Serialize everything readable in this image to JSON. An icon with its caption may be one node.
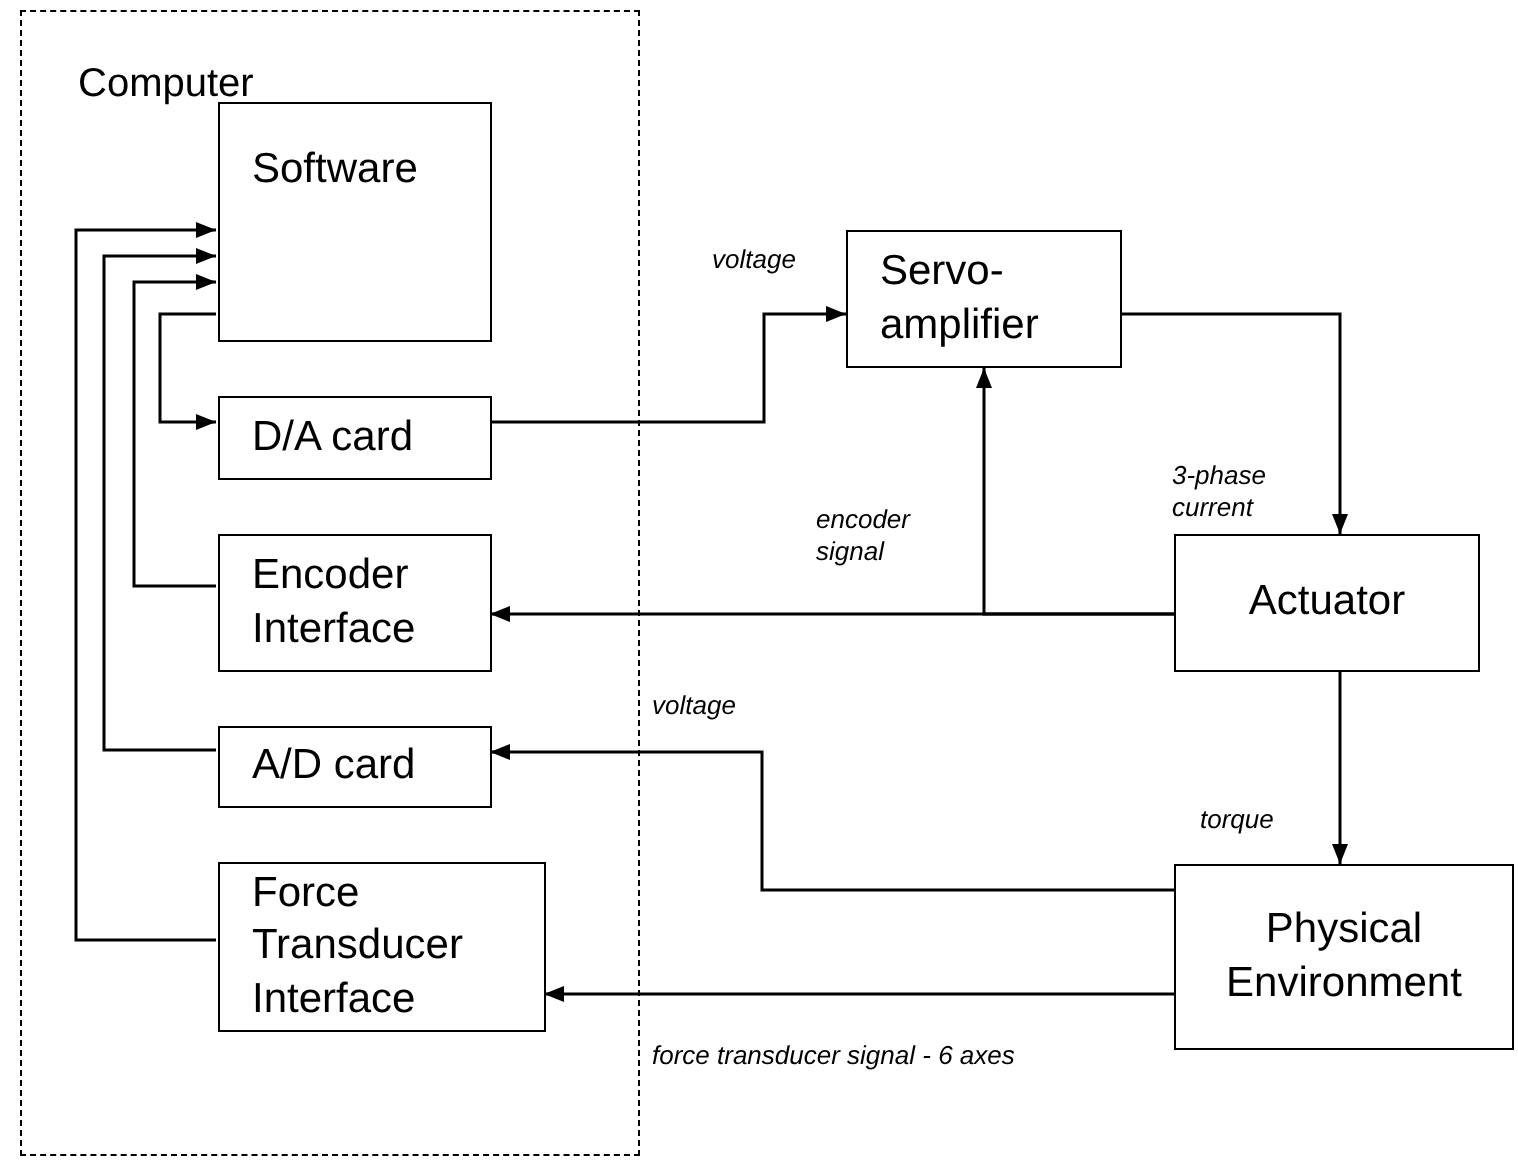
{
  "diagram": {
    "nodes": [
      {
        "text": [
          "Computer"
        ]
      },
      {
        "text": [
          "Software"
        ],
        "in": 0
      },
      {
        "text": [
          "D/A card"
        ],
        "in": 0
      },
      {
        "text": [
          "Encoder Interface"
        ],
        "in": 0
      },
      {
        "text": [
          "A/D card"
        ],
        "in": 0
      },
      {
        "text": [
          "Force Transducer Interface"
        ],
        "in": 0
      },
      {
        "text": [
          "Servo-amplifier"
        ]
      },
      {
        "text": [
          "Actuator"
        ]
      },
      {
        "text": [
          "Physical Environment"
        ]
      }
    ],
    "edges": [
      {
        "from": 1,
        "to": 2,
        "arrow": "to"
      },
      {
        "from": 3,
        "to": 1,
        "arrow": "to"
      },
      {
        "from": 4,
        "to": 1,
        "arrow": "to"
      },
      {
        "from": 5,
        "to": 1,
        "arrow": "to"
      },
      {
        "from": 2,
        "to": 6,
        "arrow": "to",
        "label": "voltage"
      },
      {
        "from": 6,
        "to": 7,
        "arrow": "to",
        "label": "3-phase current"
      },
      {
        "from": 7,
        "to": 3,
        "arrow": "to"
      },
      {
        "from": 7,
        "to": 6,
        "arrow": "to",
        "label": "encoder signal"
      },
      {
        "from": 7,
        "to": 8,
        "arrow": "to",
        "label": "torque"
      },
      {
        "from": 8,
        "to": 4,
        "arrow": "to",
        "label": "voltage"
      },
      {
        "from": 8,
        "to": 5,
        "arrow": "to",
        "label": "force transducer signal - 6 axes"
      }
    ]
  }
}
